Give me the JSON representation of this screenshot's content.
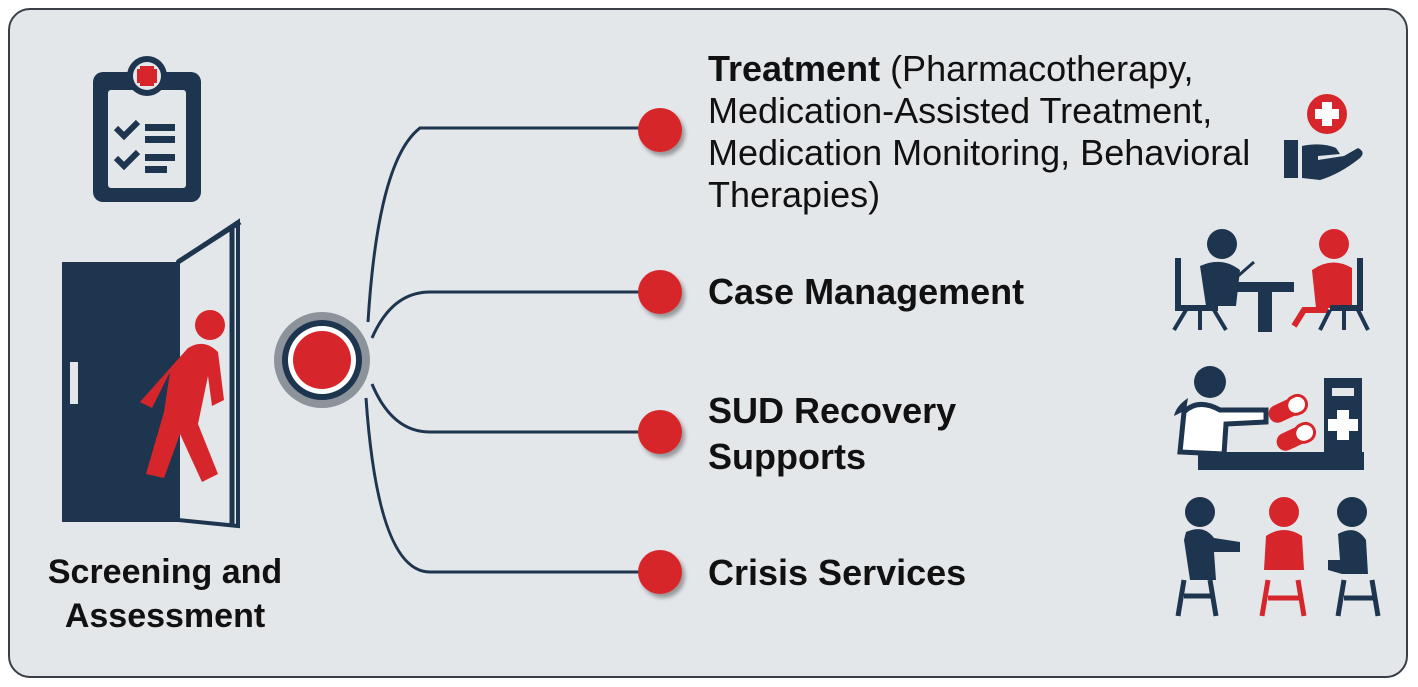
{
  "left": {
    "title_line1": "Screening and",
    "title_line2": "Assessment"
  },
  "branches": [
    {
      "bold": "Treatment",
      "rest": " (Pharmacotherapy, Medication-Assisted Treatment, Medication Monitoring, Behavioral Therapies)",
      "icon": "helping-hand-medical-icon"
    },
    {
      "bold": "Case Management",
      "rest": "",
      "icon": "counseling-meeting-icon"
    },
    {
      "bold": "SUD Recovery Supports",
      "rest": "",
      "icon": "pharmacist-icon"
    },
    {
      "bold": "Crisis Services",
      "rest": "",
      "icon": "group-support-icon"
    }
  ],
  "colors": {
    "navy": "#1e3550",
    "red": "#d7262b",
    "panel": "#e4e7ea",
    "ring": "#8c939b"
  }
}
